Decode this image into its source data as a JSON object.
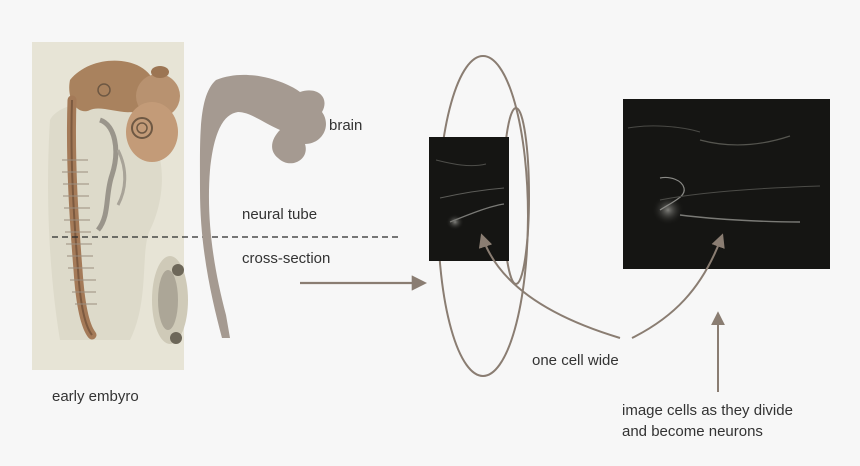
{
  "labels": {
    "brain": "brain",
    "neural_tube": "neural tube",
    "cross_section": "cross-section",
    "one_cell_wide": "one cell wide",
    "early_embryo": "early embyro",
    "image_cells": "image cells as they divide\nand become neurons"
  },
  "colors": {
    "background": "#f7f7f7",
    "tube_fill": "#a59a91",
    "arrow": "#8a7d72",
    "text": "#333333",
    "micrograph": "#151513",
    "embryo_paper": "#e7e4d6",
    "embryo_tissue": "#b08a6a"
  }
}
